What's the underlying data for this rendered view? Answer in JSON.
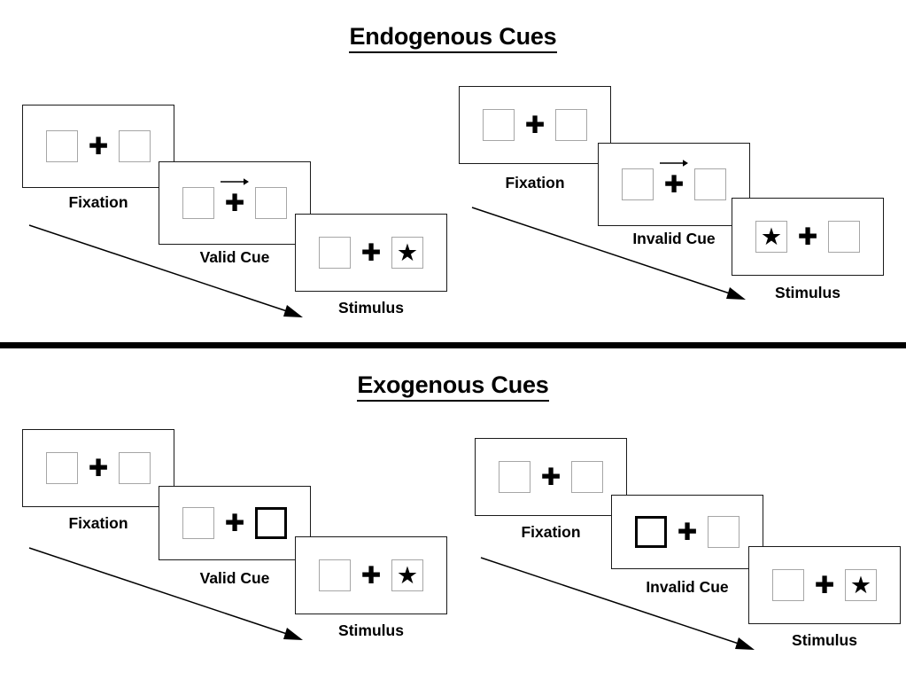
{
  "figure": {
    "title_endogenous": "Endogenous Cues",
    "title_exogenous": "Exogenous Cues",
    "labels": {
      "fixation": "Fixation",
      "valid_cue": "Valid Cue",
      "invalid_cue": "Invalid Cue",
      "stimulus": "Stimulus"
    },
    "glyphs": {
      "fixation_cross": "✚",
      "star": "★"
    },
    "colors": {
      "ink": "#000000",
      "panel_border": "#1a1a1a",
      "box_border": "#a6a6a6",
      "box_highlight_border": "#000000",
      "background": "#ffffff"
    }
  },
  "sections": [
    {
      "id": "endogenous",
      "title": "Endogenous Cues",
      "sequences": [
        {
          "id": "endogenous-valid",
          "cue_label": "Valid Cue",
          "frames": [
            {
              "label": "Fixation",
              "left_box": "empty",
              "right_box": "empty",
              "arrow_cue": "none",
              "stimulus_side": "none"
            },
            {
              "label": "Valid Cue",
              "left_box": "empty",
              "right_box": "empty",
              "arrow_cue": "right",
              "stimulus_side": "none"
            },
            {
              "label": "Stimulus",
              "left_box": "empty",
              "right_box": "star",
              "arrow_cue": "none",
              "stimulus_side": "right"
            }
          ]
        },
        {
          "id": "endogenous-invalid",
          "cue_label": "Invalid Cue",
          "frames": [
            {
              "label": "Fixation",
              "left_box": "empty",
              "right_box": "empty",
              "arrow_cue": "none",
              "stimulus_side": "none"
            },
            {
              "label": "Invalid Cue",
              "left_box": "empty",
              "right_box": "empty",
              "arrow_cue": "right",
              "stimulus_side": "none"
            },
            {
              "label": "Stimulus",
              "left_box": "star",
              "right_box": "empty",
              "arrow_cue": "none",
              "stimulus_side": "left"
            }
          ]
        }
      ]
    },
    {
      "id": "exogenous",
      "title": "Exogenous Cues",
      "sequences": [
        {
          "id": "exogenous-valid",
          "cue_label": "Valid Cue",
          "frames": [
            {
              "label": "Fixation",
              "left_box": "empty",
              "right_box": "empty",
              "arrow_cue": "none",
              "stimulus_side": "none"
            },
            {
              "label": "Valid Cue",
              "left_box": "empty",
              "right_box": "highlight",
              "arrow_cue": "none",
              "stimulus_side": "none"
            },
            {
              "label": "Stimulus",
              "left_box": "empty",
              "right_box": "star",
              "arrow_cue": "none",
              "stimulus_side": "right"
            }
          ]
        },
        {
          "id": "exogenous-invalid",
          "cue_label": "Invalid Cue",
          "frames": [
            {
              "label": "Fixation",
              "left_box": "empty",
              "right_box": "empty",
              "arrow_cue": "none",
              "stimulus_side": "none"
            },
            {
              "label": "Invalid Cue",
              "left_box": "highlight",
              "right_box": "empty",
              "arrow_cue": "none",
              "stimulus_side": "none"
            },
            {
              "label": "Stimulus",
              "left_box": "empty",
              "right_box": "star",
              "arrow_cue": "none",
              "stimulus_side": "right"
            }
          ]
        }
      ]
    }
  ]
}
